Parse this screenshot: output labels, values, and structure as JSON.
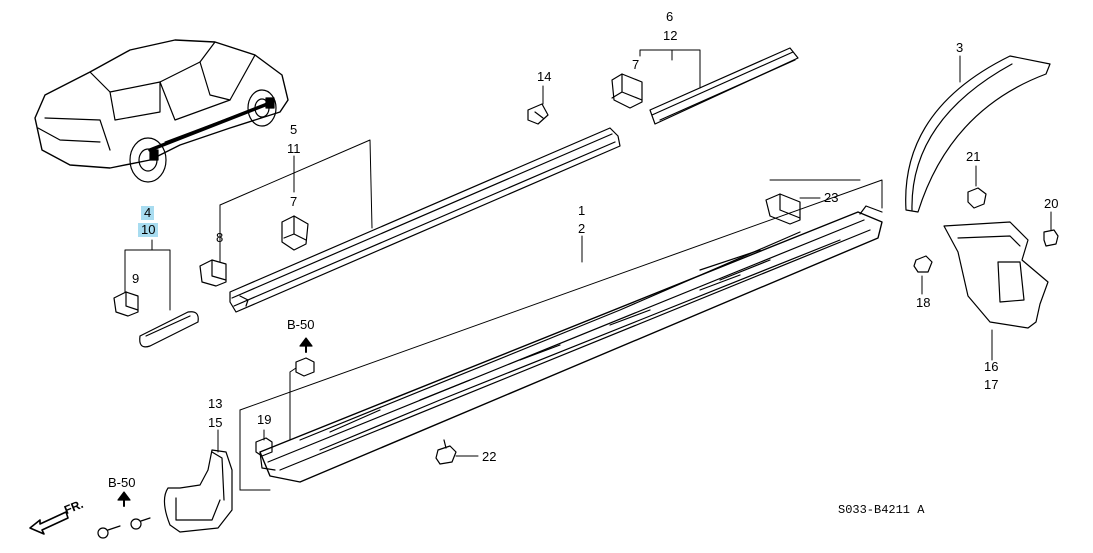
{
  "labels": {
    "p1": "1",
    "p2": "2",
    "p3": "3",
    "p4": "4",
    "p5": "5",
    "p6": "6",
    "p7a": "7",
    "p7b": "7",
    "p8": "8",
    "p9": "9",
    "p10": "10",
    "p11": "11",
    "p12": "12",
    "p13": "13",
    "p14": "14",
    "p15": "15",
    "p16": "16",
    "p17": "17",
    "p18": "18",
    "p19": "19",
    "p20": "20",
    "p21": "21",
    "p22": "22",
    "p23": "23",
    "b50a": "B-50",
    "b50b": "B-50"
  },
  "highlighted_part_numbers": [
    "4",
    "10"
  ],
  "highlight_color": "#a8dcf0",
  "direction_label": "FR.",
  "diagram_code": "S033-B4211 A"
}
